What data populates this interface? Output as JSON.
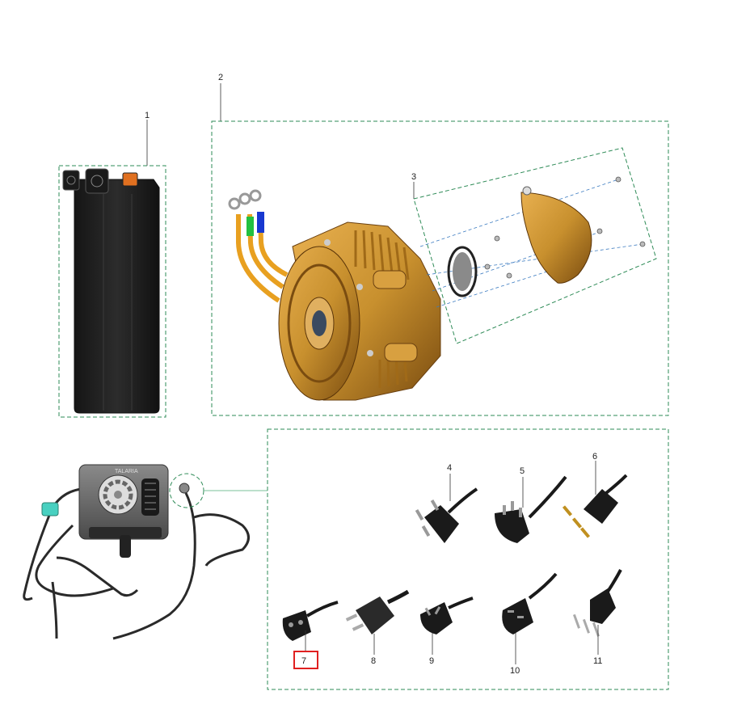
{
  "labels": {
    "p1": "1",
    "p2": "2",
    "p3": "3",
    "p4": "4",
    "p5": "5",
    "p6": "6",
    "p7": "7",
    "p8": "8",
    "p9": "9",
    "p10": "10",
    "p11": "11"
  },
  "charger": {
    "brand": "TALARIA"
  },
  "colors": {
    "dash": "#2e8b57",
    "highlight": "#e02020",
    "motor": "#c8902e",
    "motor_dark": "#8a5a14",
    "battery": "#222222",
    "accent_orange": "#e07020",
    "wire_green": "#22c040",
    "wire_blue": "#1838d0",
    "wire_yellow": "#e8a020"
  }
}
